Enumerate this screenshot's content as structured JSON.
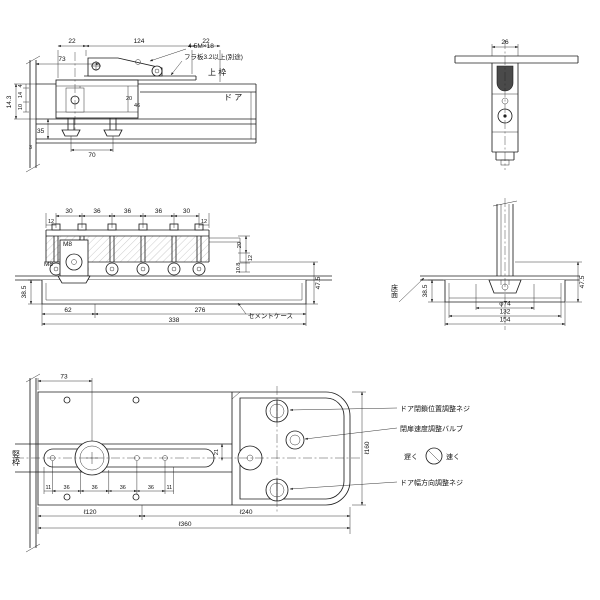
{
  "views": {
    "top_section": {
      "dim_chain_top": [
        "22",
        "124",
        "22"
      ],
      "dim_73": "73",
      "note_screw": "4-5M×18",
      "note_plate": "フラ板3.2以上(別途)",
      "label_kamiwaku": "上 枠",
      "label_door": "ド ア",
      "dim_14_3": "14.3",
      "dim_4": "4",
      "dim_14": "14",
      "dim_10": "10",
      "dim_20": "20",
      "dim_46": "46",
      "dim_35": "35",
      "dim_3": "3",
      "dim_70": "70"
    },
    "top_pivot": {
      "dim_26": "26"
    },
    "mid_section": {
      "dim_chain": [
        "30",
        "36",
        "36",
        "36",
        "30"
      ],
      "dim_12_left": "12",
      "dim_12_right": "12",
      "label_m8_a": "M8",
      "label_m8_b": "M8",
      "dim_20": "20",
      "dim_12": "12",
      "dim_10_8": "10.8",
      "dim_62": "62",
      "dim_276": "276",
      "dim_338": "338",
      "label_cement_case": "セメントケース",
      "dim_38_5": "38.5",
      "dim_47_5": "47.5",
      "label_floor": "床面"
    },
    "mid_pivot": {
      "dim_phi74": "φ74",
      "dim_132": "132",
      "dim_154": "154",
      "dim_47_5": "47.5",
      "dim_38_5": "38.5"
    },
    "plan": {
      "dim_73": "73",
      "label_jamb": "竪枠",
      "dim_21": "21",
      "dim_hole_chain": [
        "11",
        "36",
        "36",
        "36",
        "36",
        "11"
      ],
      "dim_l120": "ℓ120",
      "dim_l240": "ℓ240",
      "dim_l360": "ℓ360",
      "dim_l160": "ℓ160",
      "callout_close_position": "ドア閉鎖位置調整ネジ",
      "callout_speed_valve": "閉扉速度調整バルブ",
      "label_slow": "遅く",
      "label_fast": "速く",
      "callout_door_width": "ドア幅方向調整ネジ"
    }
  }
}
